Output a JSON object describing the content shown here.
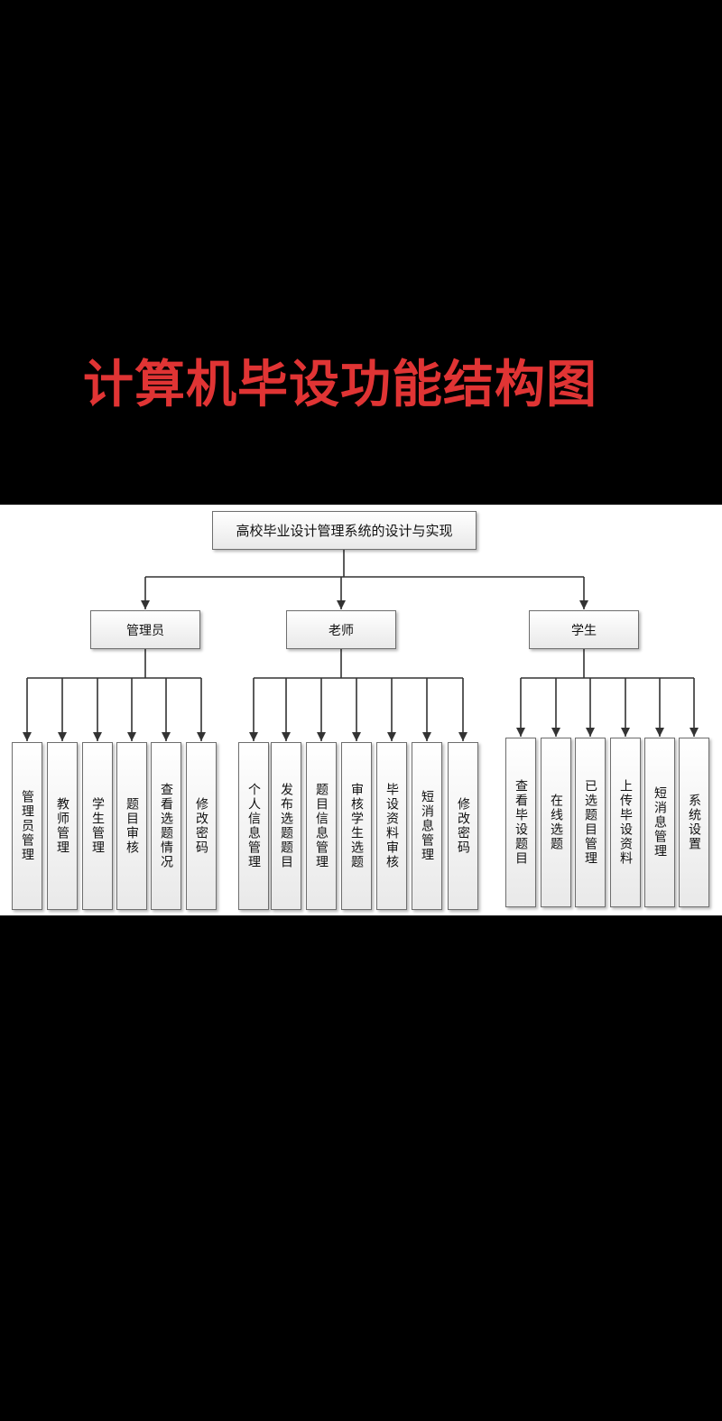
{
  "headline": "计算机毕设功能结构图",
  "diagram": {
    "root": "高校毕业设计管理系统的设计与实现",
    "roles": [
      {
        "label": "管理员",
        "children": [
          "管理员管理",
          "教师管理",
          "学生管理",
          "题目审核",
          "查看选题情况",
          "修改密码"
        ]
      },
      {
        "label": "老师",
        "children": [
          "个人信息管理",
          "发布选题题目",
          "题目信息管理",
          "审核学生选题",
          "毕设资料审核",
          "短消息管理",
          "修改密码"
        ]
      },
      {
        "label": "学生",
        "children": [
          "查看毕设题目",
          "在线选题",
          "已选题目管理",
          "上传毕设资料",
          "短消息管理",
          "系统设置"
        ]
      }
    ]
  }
}
